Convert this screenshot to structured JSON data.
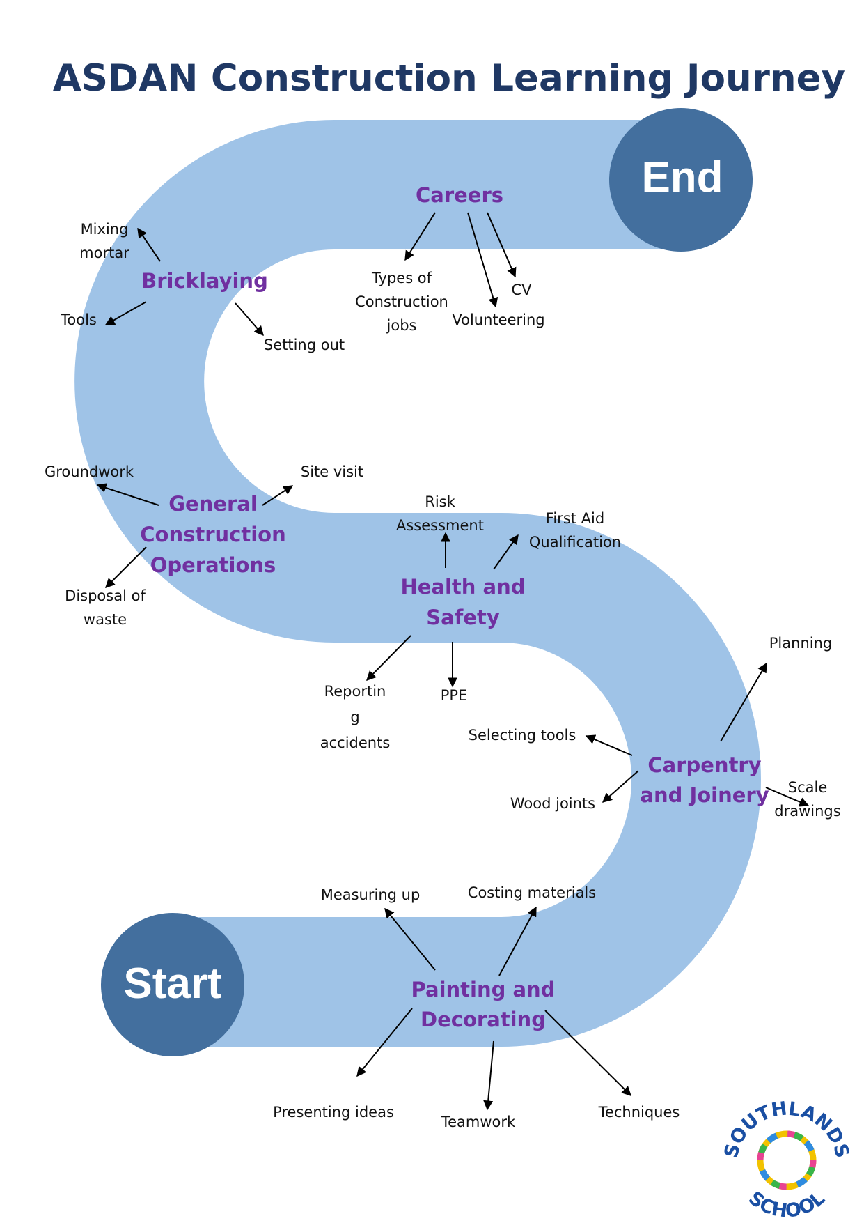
{
  "title": "ASDAN Construction Learning Journey",
  "colors": {
    "path": "#9fc3e7",
    "circle": "#436f9e",
    "title": "#1f3864",
    "topic": "#7030a0"
  },
  "end_label": "End",
  "start_label": "Start",
  "topics": {
    "careers": {
      "lines": [
        "Careers"
      ]
    },
    "bricklaying": {
      "lines": [
        "Bricklaying"
      ]
    },
    "general": {
      "lines": [
        "General",
        "Construction",
        "Operations"
      ]
    },
    "health": {
      "lines": [
        "Health and",
        "Safety"
      ]
    },
    "carpentry": {
      "lines": [
        "Carpentry",
        "and Joinery"
      ]
    },
    "painting": {
      "lines": [
        "Painting and",
        "Decorating"
      ]
    }
  },
  "notes": {
    "types_of_jobs": [
      "Types of",
      "Construction",
      "jobs"
    ],
    "cv": [
      "CV"
    ],
    "volunteering": [
      "Volunteering"
    ],
    "mixing_mortar": [
      "Mixing",
      "mortar"
    ],
    "tools": [
      "Tools"
    ],
    "setting_out": [
      "Setting out"
    ],
    "groundwork": [
      "Groundwork"
    ],
    "site_visit": [
      "Site visit"
    ],
    "disposal": [
      "Disposal of",
      "waste"
    ],
    "risk": [
      "Risk",
      "Assessment"
    ],
    "first_aid": [
      "First Aid",
      "Qualification"
    ],
    "reporting": [
      "Reportin",
      "g",
      "accidents"
    ],
    "ppe": [
      "PPE"
    ],
    "planning": [
      "Planning"
    ],
    "selecting_tools": [
      "Selecting tools"
    ],
    "wood_joints": [
      "Wood joints"
    ],
    "scale_drawings": [
      "Scale",
      "drawings"
    ],
    "measuring_up": [
      "Measuring up"
    ],
    "costing": [
      "Costing materials"
    ],
    "presenting": [
      "Presenting ideas"
    ],
    "teamwork": [
      "Teamwork"
    ],
    "techniques": [
      "Techniques"
    ]
  },
  "logo": {
    "top_text": "SOUTHLANDS",
    "bottom_text": "SCHOOL"
  }
}
